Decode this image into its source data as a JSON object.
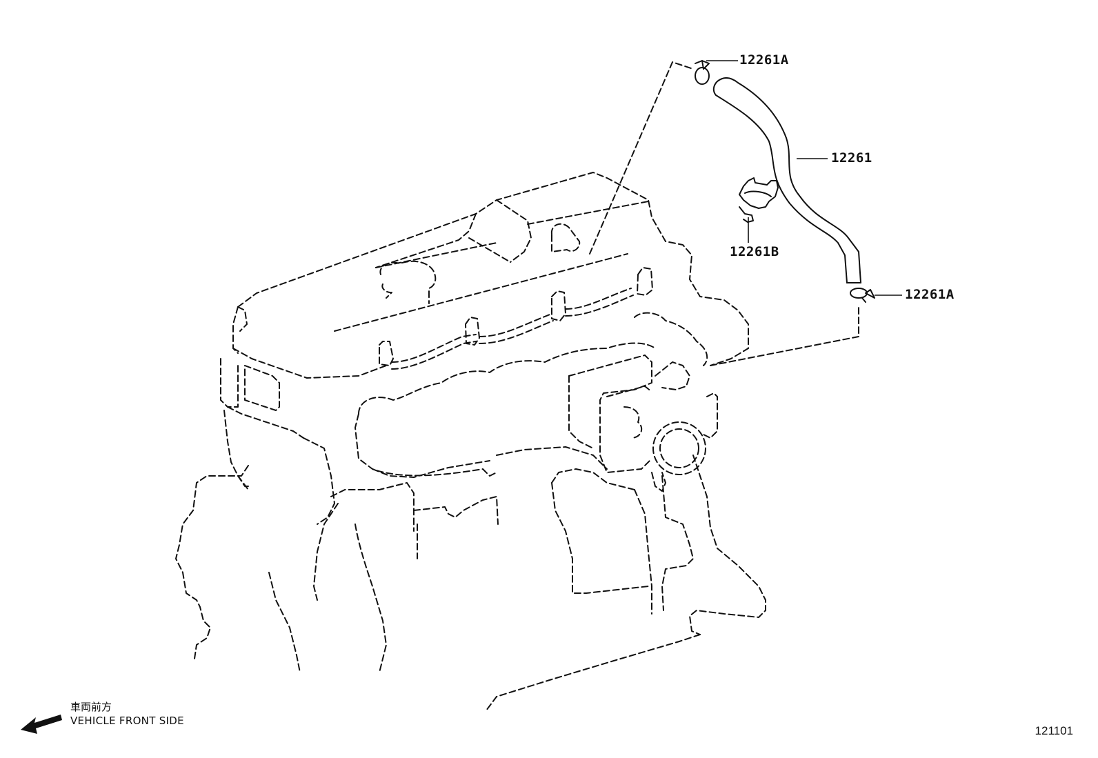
{
  "callouts": [
    {
      "id": "clamp-upper",
      "label": "12261A"
    },
    {
      "id": "hose",
      "label": "12261"
    },
    {
      "id": "bracket",
      "label": "12261B"
    },
    {
      "id": "clamp-lower",
      "label": "12261A"
    }
  ],
  "direction_indicator": {
    "label_jp": "車両前方",
    "label_en": "VEHICLE FRONT SIDE",
    "icon": "arrow-left-icon"
  },
  "figure_number": "121101"
}
